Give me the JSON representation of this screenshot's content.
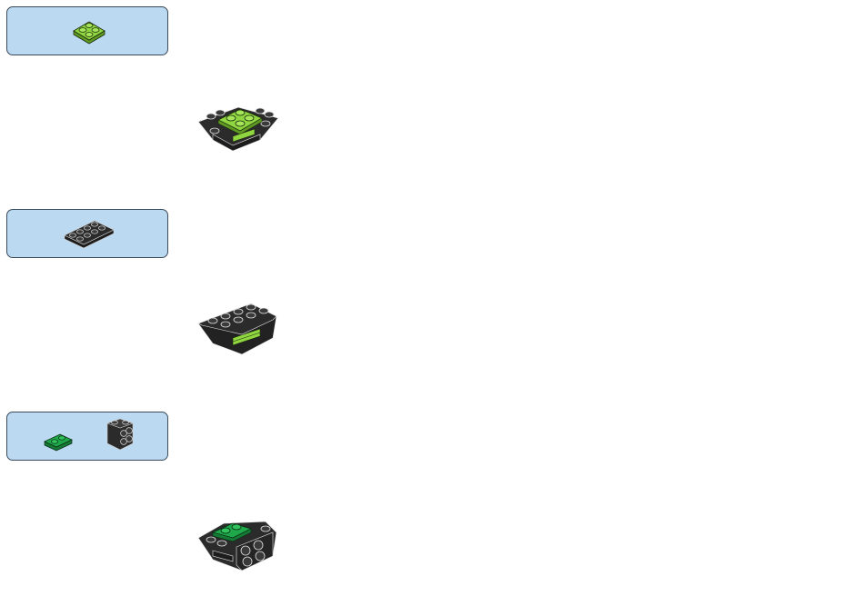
{
  "document": {
    "type": "building-instructions-page"
  },
  "colors": {
    "parts_box_fill": "#bcd9f2",
    "parts_box_border": "#3a4a5a",
    "lime_green": "#8fd640",
    "bright_green": "#1fa84a",
    "black_brick": "#2b2b2b",
    "stud_outline": "#d9d9d9"
  },
  "steps": [
    {
      "parts": [
        {
          "icon": "plate-2x2-lime-green-icon",
          "quantity": 1
        }
      ],
      "result": "assembled-model-step-1-icon"
    },
    {
      "parts": [
        {
          "icon": "plate-2x4-black-icon",
          "quantity": 1
        }
      ],
      "result": "assembled-model-step-2-icon"
    },
    {
      "parts": [
        {
          "icon": "plate-1x2-green-icon",
          "quantity": 1
        },
        {
          "icon": "bracket-black-icon",
          "quantity": 1
        }
      ],
      "result": "assembled-model-step-3-icon"
    }
  ]
}
